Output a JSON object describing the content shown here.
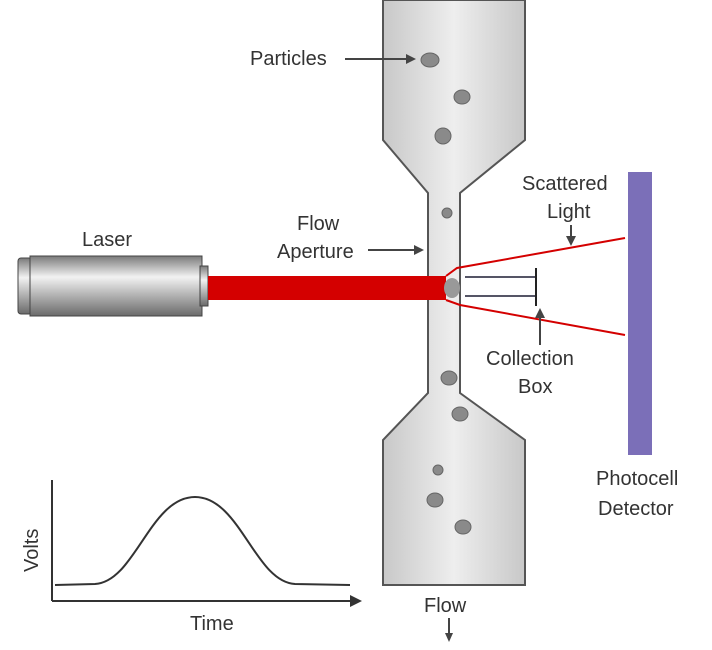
{
  "labels": {
    "particles": "Particles",
    "flow_aperture_1": "Flow",
    "flow_aperture_2": "Aperture",
    "laser": "Laser",
    "scattered_1": "Scattered",
    "scattered_2": "Light",
    "collection_1": "Collection",
    "collection_2": "Box",
    "photocell_1": "Photocell",
    "photocell_2": "Detector",
    "volts": "Volts",
    "time": "Time",
    "flow": "Flow"
  },
  "colors": {
    "beam": "#d40000",
    "detector": "#7b6fb8",
    "tube": "#d9d9d9"
  }
}
